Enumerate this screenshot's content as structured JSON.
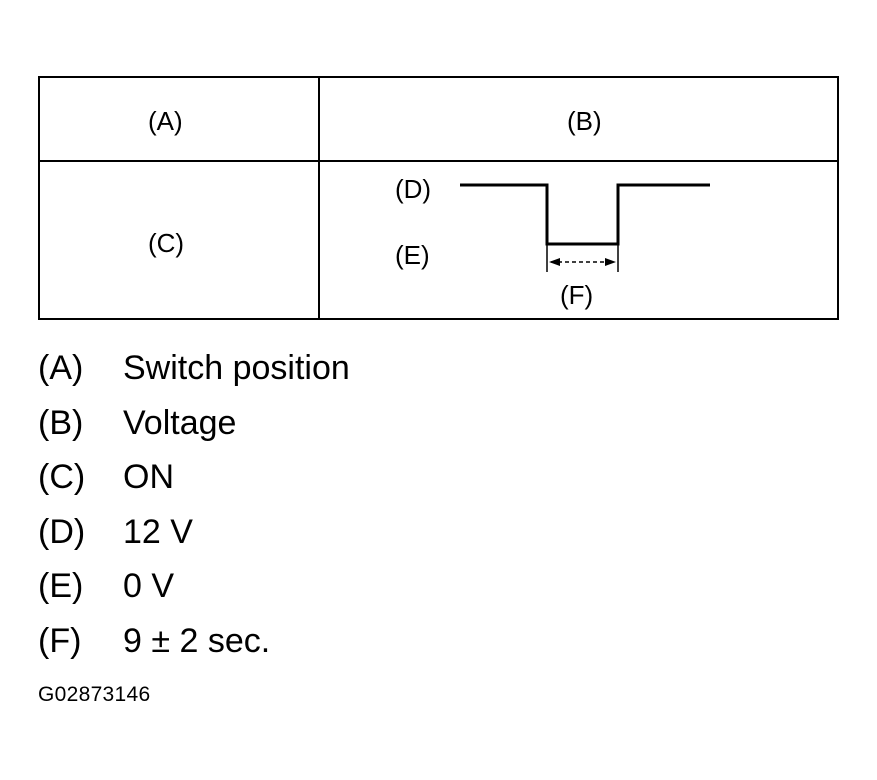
{
  "table": {
    "header_a": "(A)",
    "header_b": "(B)",
    "row_c": "(C)",
    "wave_high_label": "(D)",
    "wave_low_label": "(E)",
    "pulse_width_label": "(F)"
  },
  "legend": [
    {
      "key": "(A)",
      "text": "Switch position"
    },
    {
      "key": "(B)",
      "text": "Voltage"
    },
    {
      "key": "(C)",
      "text": "ON"
    },
    {
      "key": "(D)",
      "text": "12 V"
    },
    {
      "key": "(E)",
      "text": "0 V"
    },
    {
      "key": "(F)",
      "text": "9 ± 2 sec."
    }
  ],
  "figure_id": "G02873146"
}
